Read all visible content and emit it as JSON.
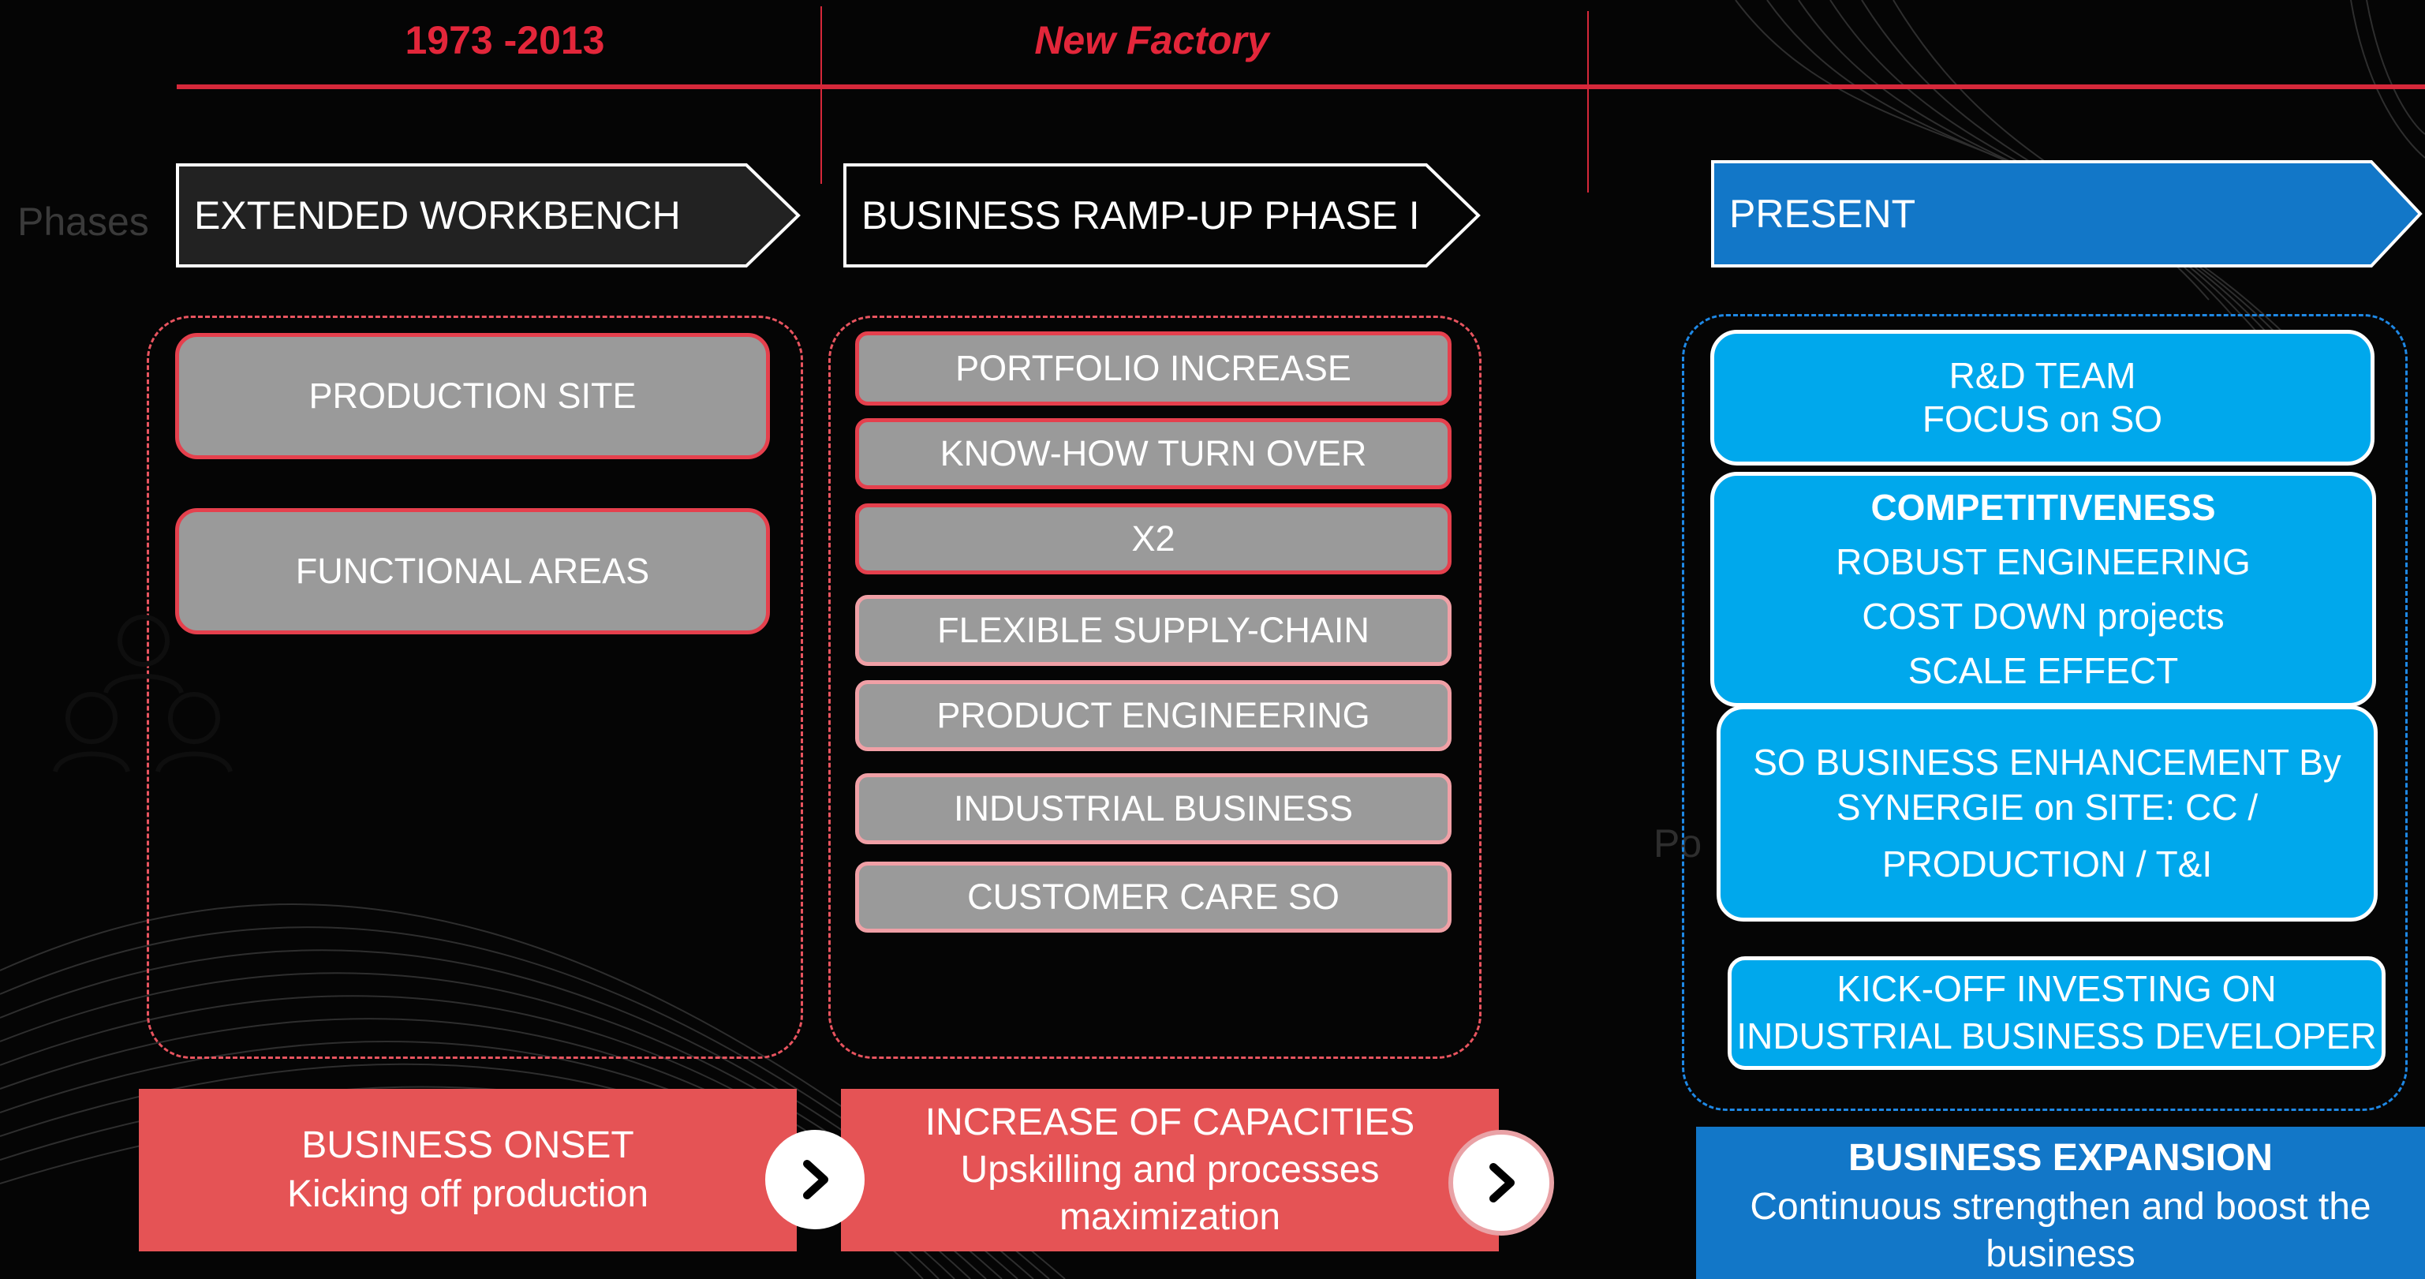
{
  "timeline": {
    "period_1": "1973 -2013",
    "period_2": "New Factory"
  },
  "side_labels": {
    "phases": "Phases",
    "partial_label": "Po"
  },
  "phases": [
    {
      "label": "EXTENDED WORKBENCH",
      "fill": "#222222",
      "stroke": "#ffffff"
    },
    {
      "label": "BUSINESS RAMP-UP PHASE I",
      "fill": "#050505",
      "stroke": "#ffffff"
    },
    {
      "label": "PRESENT",
      "fill": "#1277c8",
      "stroke": "#ffffff"
    }
  ],
  "column_1": {
    "items": [
      "PRODUCTION SITE",
      "FUNCTIONAL AREAS"
    ]
  },
  "column_2": {
    "items": [
      "PORTFOLIO INCREASE",
      "KNOW-HOW TURN OVER",
      "X2",
      "FLEXIBLE SUPPLY-CHAIN",
      "PRODUCT ENGINEERING",
      "INDUSTRIAL BUSINESS",
      "CUSTOMER CARE SO"
    ]
  },
  "column_3": {
    "box_1": {
      "line_1": "R&D TEAM",
      "line_2": "FOCUS on SO"
    },
    "box_2": {
      "title": "COMPETITIVENESS",
      "line_1": "ROBUST ENGINEERING",
      "line_2": "COST DOWN projects",
      "line_3": "SCALE EFFECT"
    },
    "box_3": {
      "line_1": "SO BUSINESS ENHANCEMENT By",
      "line_2": "SYNERGIE on SITE: CC /",
      "line_3": "PRODUCTION / T&I"
    },
    "box_4": {
      "line_1": "KICK-OFF INVESTING ON",
      "line_2": "INDUSTRIAL BUSINESS DEVELOPER"
    }
  },
  "banners": [
    {
      "title": "BUSINESS ONSET",
      "subtitle": "Kicking off production"
    },
    {
      "title": "INCREASE OF CAPACITIES",
      "subtitle": "Upskilling and processes",
      "subtitle_2": "maximization"
    },
    {
      "title": "BUSINESS EXPANSION",
      "subtitle": "Continuous strengthen and boost the",
      "subtitle_2": "business"
    }
  ],
  "icons": {
    "next_1": "chevron-right-icon",
    "next_2": "chevron-right-icon",
    "people": "people-group-icon"
  },
  "colors": {
    "accent_red": "#e3263a",
    "banner_red": "#e55355",
    "box_grey": "#9a9a9a",
    "box_blue": "#00a8ec",
    "banner_blue": "#1277c8",
    "background": "#050505"
  }
}
